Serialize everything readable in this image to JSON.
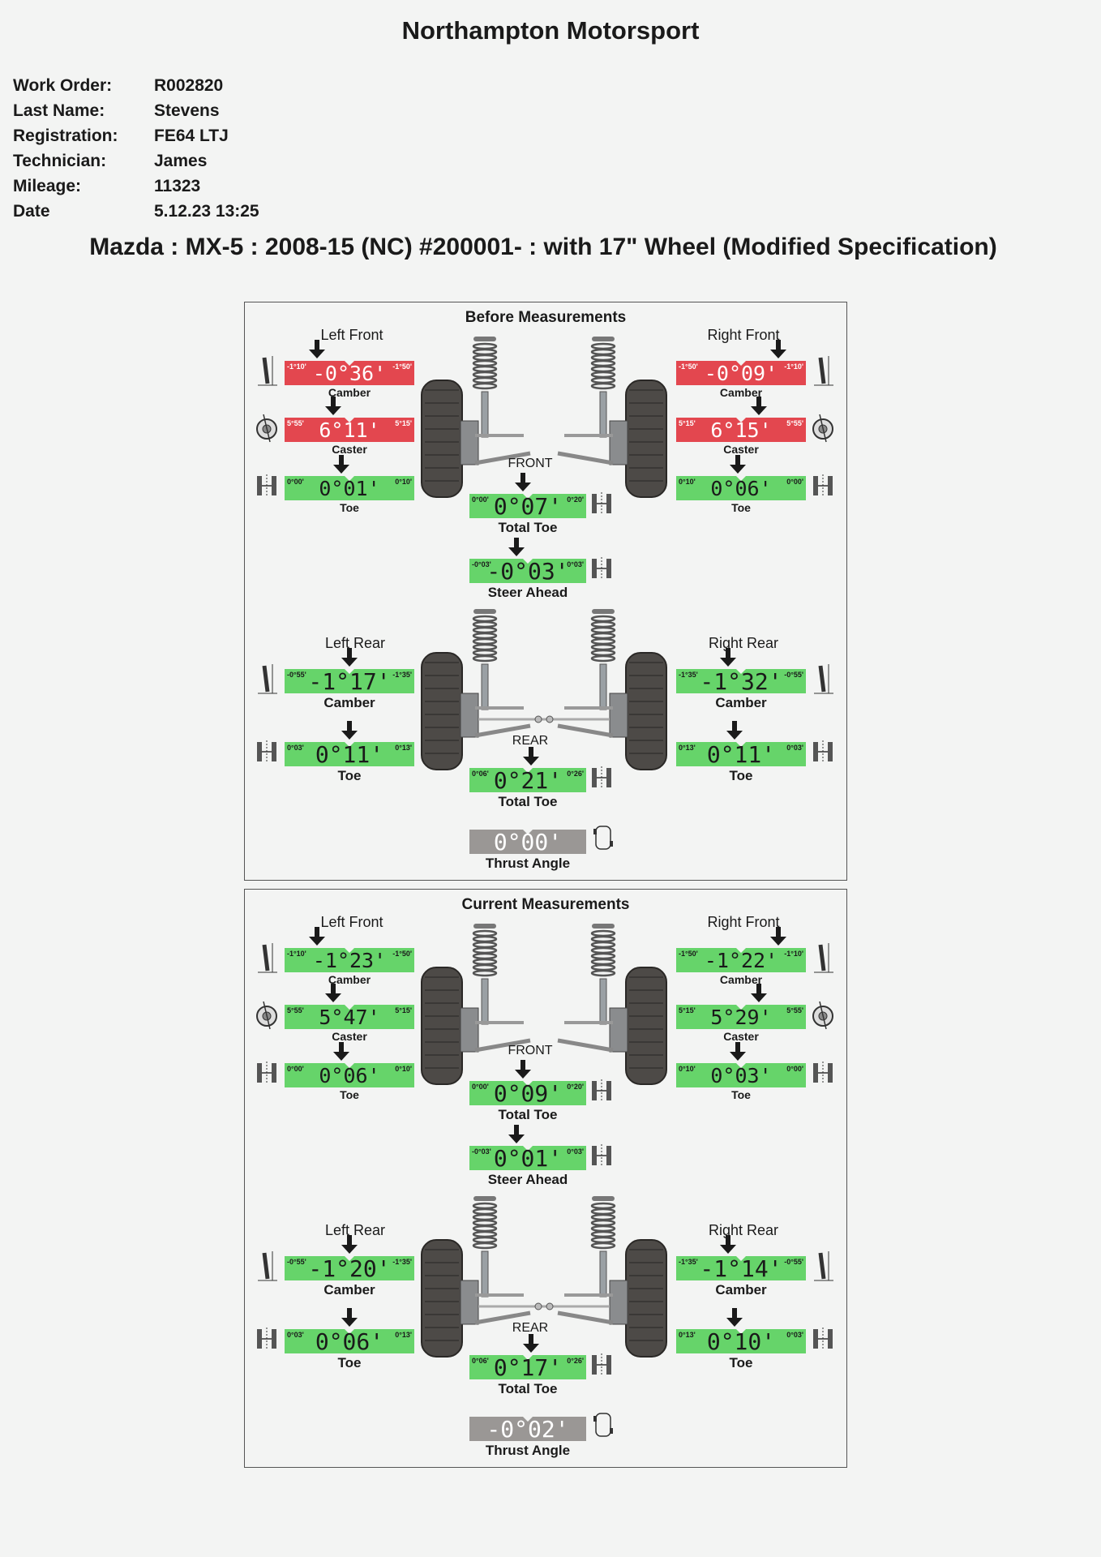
{
  "header": {
    "company": "Northampton Motorsport",
    "vehicle": "Mazda : MX-5 : 2008-15 (NC) #200001- : with 17\" Wheel (Modified Specification)"
  },
  "info": [
    {
      "label": "Work Order:",
      "value": "R002820"
    },
    {
      "label": "Last Name:",
      "value": "Stevens"
    },
    {
      "label": "Registration:",
      "value": "FE64 LTJ"
    },
    {
      "label": "Technician:",
      "value": "James"
    },
    {
      "label": "Mileage:",
      "value": "11323"
    },
    {
      "label": "Date",
      "value": "5.12.23 13:25"
    }
  ],
  "colors": {
    "in_spec": "#66d46a",
    "out_of_spec": "#e3474f",
    "neutral": "#9a9795"
  },
  "icons": [
    "wheel-camber-icon",
    "wheel-caster-icon",
    "wheel-toe-icon",
    "axle-toe-icon",
    "thrust-car-icon",
    "suspension-diagram"
  ],
  "before": {
    "title": "Before Measurements",
    "left_front": "Left Front",
    "right_front": "Right Front",
    "left_rear": "Left Rear",
    "right_rear": "Right Rear",
    "front": "FRONT",
    "rear": "REAR",
    "lf_camber": {
      "value": "-0°36'",
      "lo": "-1°10'",
      "hi": "-1°50'",
      "label": "Camber",
      "status": "out_of_spec"
    },
    "lf_caster": {
      "value": "6°11'",
      "lo": "5°55'",
      "hi": "5°15'",
      "label": "Caster",
      "status": "out_of_spec"
    },
    "lf_toe": {
      "value": "0°01'",
      "lo": "0°00'",
      "hi": "0°10'",
      "label": "Toe",
      "status": "in_spec"
    },
    "rf_camber": {
      "value": "-0°09'",
      "lo": "-1°50'",
      "hi": "-1°10'",
      "label": "Camber",
      "status": "out_of_spec"
    },
    "rf_caster": {
      "value": "6°15'",
      "lo": "5°15'",
      "hi": "5°55'",
      "label": "Caster",
      "status": "out_of_spec"
    },
    "rf_toe": {
      "value": "0°06'",
      "lo": "0°10'",
      "hi": "0°00'",
      "label": "Toe",
      "status": "in_spec"
    },
    "front_total_toe": {
      "value": "0°07'",
      "lo": "0°00'",
      "hi": "0°20'",
      "label": "Total Toe",
      "status": "in_spec"
    },
    "steer_ahead": {
      "value": "-0°03'",
      "lo": "-0°03'",
      "hi": "0°03'",
      "label": "Steer Ahead",
      "status": "in_spec"
    },
    "lr_camber": {
      "value": "-1°17'",
      "lo": "-0°55'",
      "hi": "-1°35'",
      "label": "Camber",
      "status": "in_spec"
    },
    "lr_toe": {
      "value": "0°11'",
      "lo": "0°03'",
      "hi": "0°13'",
      "label": "Toe",
      "status": "in_spec"
    },
    "rr_camber": {
      "value": "-1°32'",
      "lo": "-1°35'",
      "hi": "-0°55'",
      "label": "Camber",
      "status": "in_spec"
    },
    "rr_toe": {
      "value": "0°11'",
      "lo": "0°13'",
      "hi": "0°03'",
      "label": "Toe",
      "status": "in_spec"
    },
    "rear_total_toe": {
      "value": "0°21'",
      "lo": "0°06'",
      "hi": "0°26'",
      "label": "Total Toe",
      "status": "in_spec"
    },
    "thrust": {
      "value": "0°00'",
      "label": "Thrust Angle",
      "status": "neutral"
    }
  },
  "current": {
    "title": "Current Measurements",
    "left_front": "Left Front",
    "right_front": "Right Front",
    "left_rear": "Left Rear",
    "right_rear": "Right Rear",
    "front": "FRONT",
    "rear": "REAR",
    "lf_camber": {
      "value": "-1°23'",
      "lo": "-1°10'",
      "hi": "-1°50'",
      "label": "Camber",
      "status": "in_spec"
    },
    "lf_caster": {
      "value": "5°47'",
      "lo": "5°55'",
      "hi": "5°15'",
      "label": "Caster",
      "status": "in_spec"
    },
    "lf_toe": {
      "value": "0°06'",
      "lo": "0°00'",
      "hi": "0°10'",
      "label": "Toe",
      "status": "in_spec"
    },
    "rf_camber": {
      "value": "-1°22'",
      "lo": "-1°50'",
      "hi": "-1°10'",
      "label": "Camber",
      "status": "in_spec"
    },
    "rf_caster": {
      "value": "5°29'",
      "lo": "5°15'",
      "hi": "5°55'",
      "label": "Caster",
      "status": "in_spec"
    },
    "rf_toe": {
      "value": "0°03'",
      "lo": "0°10'",
      "hi": "0°00'",
      "label": "Toe",
      "status": "in_spec"
    },
    "front_total_toe": {
      "value": "0°09'",
      "lo": "0°00'",
      "hi": "0°20'",
      "label": "Total Toe",
      "status": "in_spec"
    },
    "steer_ahead": {
      "value": "0°01'",
      "lo": "-0°03'",
      "hi": "0°03'",
      "label": "Steer Ahead",
      "status": "in_spec"
    },
    "lr_camber": {
      "value": "-1°20'",
      "lo": "-0°55'",
      "hi": "-1°35'",
      "label": "Camber",
      "status": "in_spec"
    },
    "lr_toe": {
      "value": "0°06'",
      "lo": "0°03'",
      "hi": "0°13'",
      "label": "Toe",
      "status": "in_spec"
    },
    "rr_camber": {
      "value": "-1°14'",
      "lo": "-1°35'",
      "hi": "-0°55'",
      "label": "Camber",
      "status": "in_spec"
    },
    "rr_toe": {
      "value": "0°10'",
      "lo": "0°13'",
      "hi": "0°03'",
      "label": "Toe",
      "status": "in_spec"
    },
    "rear_total_toe": {
      "value": "0°17'",
      "lo": "0°06'",
      "hi": "0°26'",
      "label": "Total Toe",
      "status": "in_spec"
    },
    "thrust": {
      "value": "-0°02'",
      "label": "Thrust Angle",
      "status": "neutral"
    }
  }
}
